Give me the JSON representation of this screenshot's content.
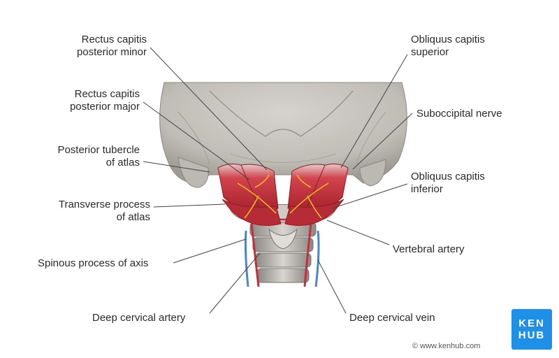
{
  "labels": {
    "rcp_minor": [
      "Rectus capitis",
      "posterior minor"
    ],
    "rcp_major": [
      "Rectus capitis",
      "posterior major"
    ],
    "post_tubercle": [
      "Posterior tubercle",
      "of atlas"
    ],
    "transverse_process": [
      "Transverse process",
      "of atlas"
    ],
    "spinous_process": "Spinous process of axis",
    "deep_cervical_artery": "Deep cervical artery",
    "obliquus_superior": [
      "Obliquus capitis",
      "superior"
    ],
    "suboccipital_nerve": "Suboccipital nerve",
    "obliquus_inferior": [
      "Obliquus capitis",
      "inferior"
    ],
    "vertebral_artery": "Vertebral artery",
    "deep_cervical_vein": "Deep cervical vein"
  },
  "logo": {
    "line1": "KEN",
    "line2": "HUB"
  },
  "credit": "© www.kenhub.com",
  "colors": {
    "bone": "#c9c6c0",
    "muscle": "#c2373f",
    "nerve": "#e8b823",
    "artery": "#c23040",
    "vein": "#4b86c8",
    "brand": "#1e90e8"
  }
}
